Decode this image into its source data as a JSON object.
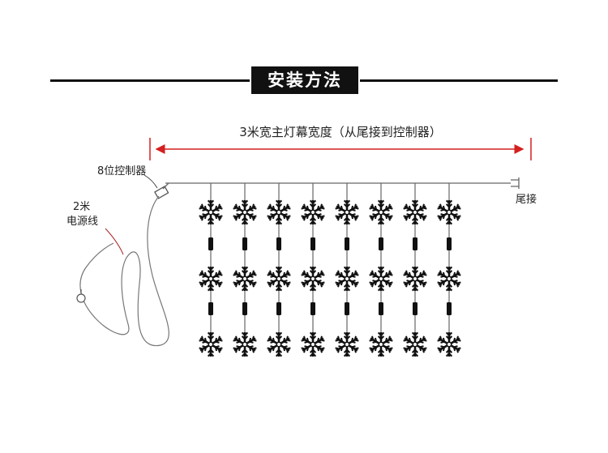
{
  "header": {
    "title": "安装方法"
  },
  "diagram": {
    "width_label": "3米宽主灯幕宽度（从尾接到控制器）",
    "controller_label": "8位控制器",
    "power_label_line1": "2米",
    "power_label_line2": "电源线",
    "tail_label": "尾接",
    "strand_count": 8,
    "snowflakes_per_strand": 3,
    "colors": {
      "line": "#555555",
      "dimension": "#d42020",
      "snowflake": "#111111",
      "rule": "#111111"
    }
  }
}
